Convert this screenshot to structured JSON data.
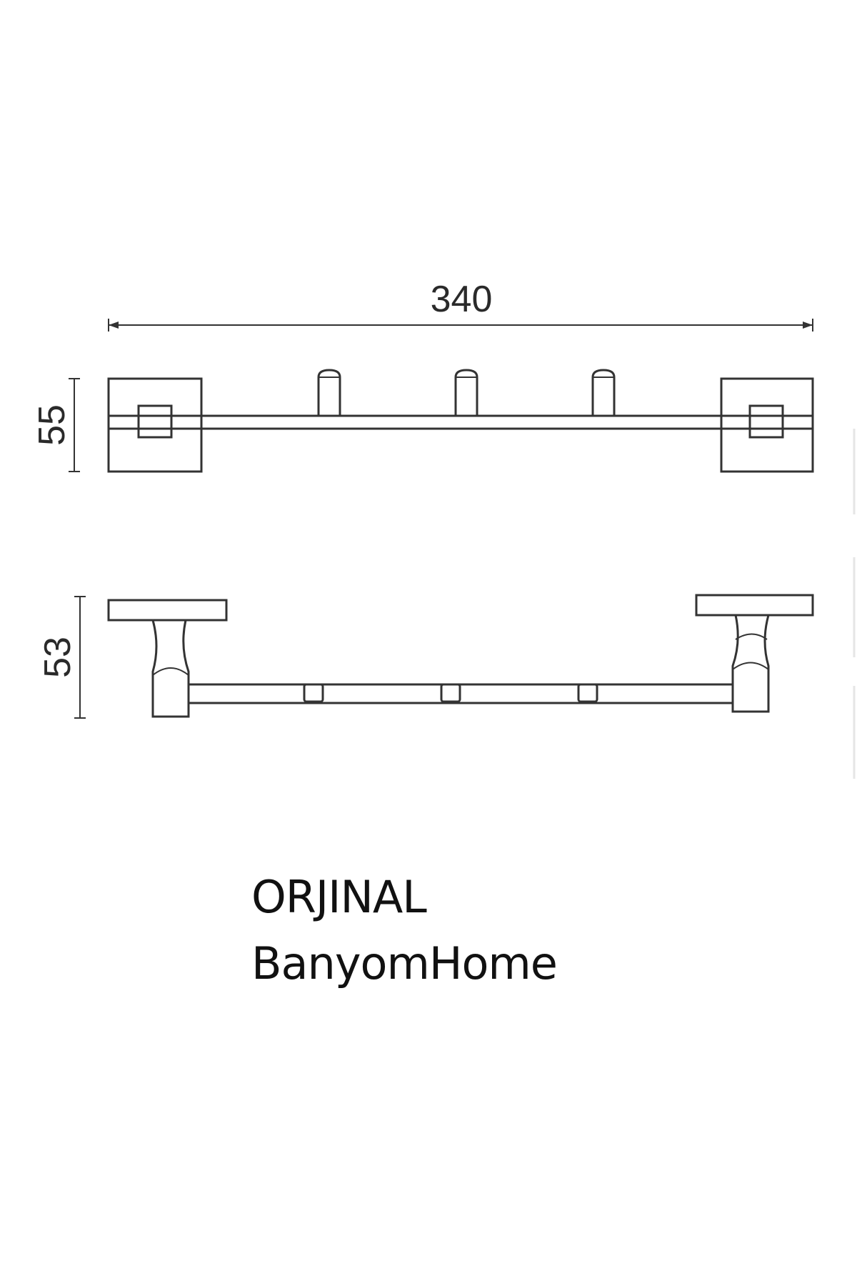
{
  "dimensions": {
    "width": "340",
    "height_front": "55",
    "depth_side": "53"
  },
  "brand": {
    "line1": "ORJINAL",
    "line2": "BanyomHome"
  },
  "colors": {
    "line": "#333333",
    "text": "#111111",
    "background": "#ffffff"
  }
}
